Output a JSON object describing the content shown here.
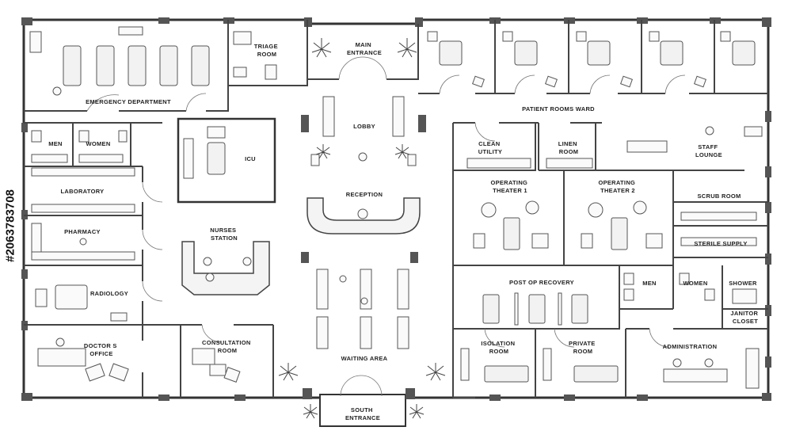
{
  "rooms": {
    "emergency_department": "EMERGENCY DEPARTMENT",
    "triage_room": [
      "TRIAGE",
      "ROOM"
    ],
    "main_entrance": [
      "MAIN",
      "ENTRANCE"
    ],
    "patient_rooms_ward": "PATIENT ROOMS WARD",
    "men_left": "MEN",
    "women_left": "WOMEN",
    "icu": "ICU",
    "lobby": "LOBBY",
    "clean_utility": [
      "CLEAN",
      "UTILITY"
    ],
    "linen_room": [
      "LINEN",
      "ROOM"
    ],
    "staff_lounge": [
      "STAFF",
      "LOUNGE"
    ],
    "laboratory": "LABORATORY",
    "reception": "RECEPTION",
    "operating_theater_1": [
      "OPERATING",
      "THEATER 1"
    ],
    "operating_theater_2": [
      "OPERATING",
      "THEATER 2"
    ],
    "scrub_room": "SCRUB ROOM",
    "pharmacy": "PHARMACY",
    "nurses_station": [
      "NURSES",
      "STATION"
    ],
    "sterile_supply": "STERILE SUPPLY",
    "radiology": "RADIOLOGY",
    "post_op_recovery": "POST OP RECOVERY",
    "men_right": "MEN",
    "women_right": "WOMEN",
    "shower": "SHOWER",
    "janitor_closet": [
      "JANITOR",
      "CLOSET"
    ],
    "doctors_office": [
      "DOCTOR S",
      "OFFICE"
    ],
    "consultation_room": [
      "CONSULTATION",
      "ROOM"
    ],
    "isolation_room": [
      "ISOLATION",
      "ROOM"
    ],
    "private_room": [
      "PRIVATE",
      "ROOM"
    ],
    "administration": "ADMINISTRATION",
    "waiting_area": "WAITING AREA",
    "south_entrance": [
      "SOUTH",
      "ENTRANCE"
    ]
  },
  "watermark": "#2063783708"
}
